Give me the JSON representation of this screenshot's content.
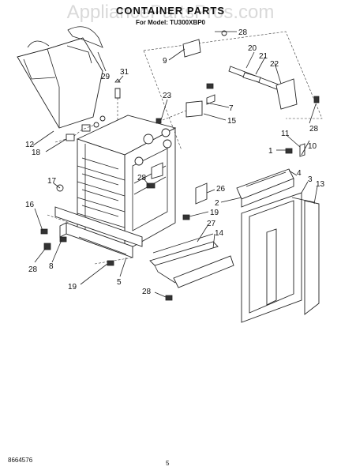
{
  "header": {
    "title": "CONTAINER PARTS",
    "subtitle": "For Model: TU300XBP0"
  },
  "watermark": "AppliancePartsPros.com",
  "footer": {
    "doc_number": "8664576",
    "page_number": "5"
  },
  "callouts": [
    "28",
    "9",
    "20",
    "21",
    "22",
    "29",
    "31",
    "23",
    "7",
    "15",
    "28",
    "12",
    "18",
    "1",
    "11",
    "10",
    "17",
    "28",
    "26",
    "4",
    "3",
    "13",
    "2",
    "19",
    "16",
    "27",
    "14",
    "28",
    "8",
    "19",
    "5",
    "28"
  ]
}
